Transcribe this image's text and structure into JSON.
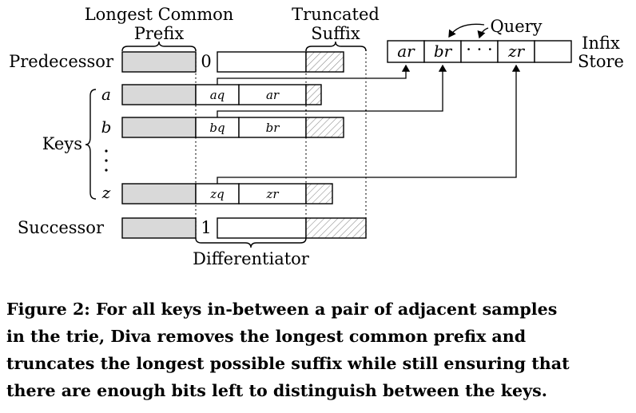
{
  "diagram": {
    "header_lcp": "Longest Common",
    "header_lcp_2": "Prefix",
    "header_trunc": "Truncated",
    "header_trunc_2": "Suffix",
    "query": "Query",
    "infix_store": "Infix",
    "infix_store_2": "Store",
    "predecessor": "Predecessor",
    "successor": "Successor",
    "keys": "Keys",
    "key_a": "a",
    "key_b": "b",
    "key_z": "z",
    "pred_bit": "0",
    "succ_bit": "1",
    "aq": "aq",
    "ar": "ar",
    "bq": "bq",
    "br": "br",
    "zq": "zq",
    "zr": "zr",
    "store_ar": "ar",
    "store_br": "br",
    "store_dots": "· · ·",
    "store_zr": "zr",
    "differentiator": "Differentiator"
  },
  "caption": {
    "line1": "Figure 2: For all keys in-between a pair of adjacent samples",
    "line2": "in the trie, Diva removes the longest common prefix and",
    "line3": "truncates the longest possible suffix while still ensuring that",
    "line4": "there are enough bits left to distinguish between the keys."
  }
}
